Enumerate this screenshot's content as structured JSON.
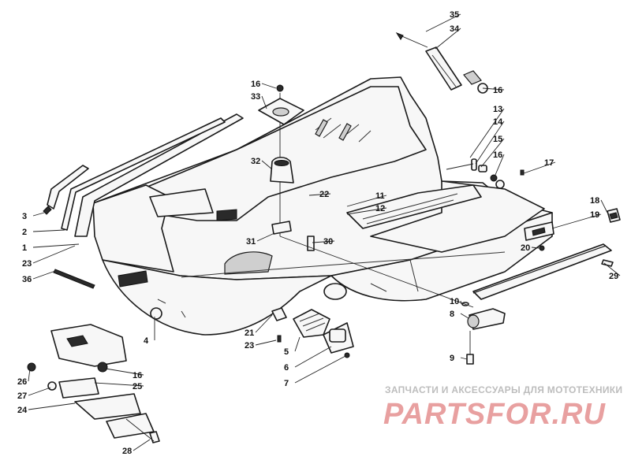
{
  "callouts": [
    {
      "id": "35",
      "label": "35"
    },
    {
      "id": "34",
      "label": "34"
    },
    {
      "id": "16a",
      "label": "16"
    },
    {
      "id": "16b",
      "label": "16"
    },
    {
      "id": "33",
      "label": "33"
    },
    {
      "id": "13",
      "label": "13"
    },
    {
      "id": "14",
      "label": "14"
    },
    {
      "id": "15",
      "label": "15"
    },
    {
      "id": "16c",
      "label": "16"
    },
    {
      "id": "17",
      "label": "17"
    },
    {
      "id": "32",
      "label": "32"
    },
    {
      "id": "22",
      "label": "22"
    },
    {
      "id": "11",
      "label": "11"
    },
    {
      "id": "12",
      "label": "12"
    },
    {
      "id": "3",
      "label": "3"
    },
    {
      "id": "2",
      "label": "2"
    },
    {
      "id": "1",
      "label": "1"
    },
    {
      "id": "23a",
      "label": "23"
    },
    {
      "id": "36",
      "label": "36"
    },
    {
      "id": "31",
      "label": "31"
    },
    {
      "id": "30",
      "label": "30"
    },
    {
      "id": "18",
      "label": "18"
    },
    {
      "id": "19",
      "label": "19"
    },
    {
      "id": "20",
      "label": "20"
    },
    {
      "id": "29",
      "label": "29"
    },
    {
      "id": "10",
      "label": "10"
    },
    {
      "id": "8",
      "label": "8"
    },
    {
      "id": "9",
      "label": "9"
    },
    {
      "id": "4",
      "label": "4"
    },
    {
      "id": "21",
      "label": "21"
    },
    {
      "id": "23b",
      "label": "23"
    },
    {
      "id": "5",
      "label": "5"
    },
    {
      "id": "6",
      "label": "6"
    },
    {
      "id": "7",
      "label": "7"
    },
    {
      "id": "16d",
      "label": "16"
    },
    {
      "id": "26",
      "label": "26"
    },
    {
      "id": "25",
      "label": "25"
    },
    {
      "id": "27",
      "label": "27"
    },
    {
      "id": "24",
      "label": "24"
    },
    {
      "id": "28",
      "label": "28"
    }
  ],
  "watermark": {
    "caption": "ЗАПЧАСТИ И АКСЕССУАРЫ ДЛЯ МОТОТЕХНИКИ",
    "logo": "PARTSFOR.RU",
    "color": "#e8a0a0"
  }
}
